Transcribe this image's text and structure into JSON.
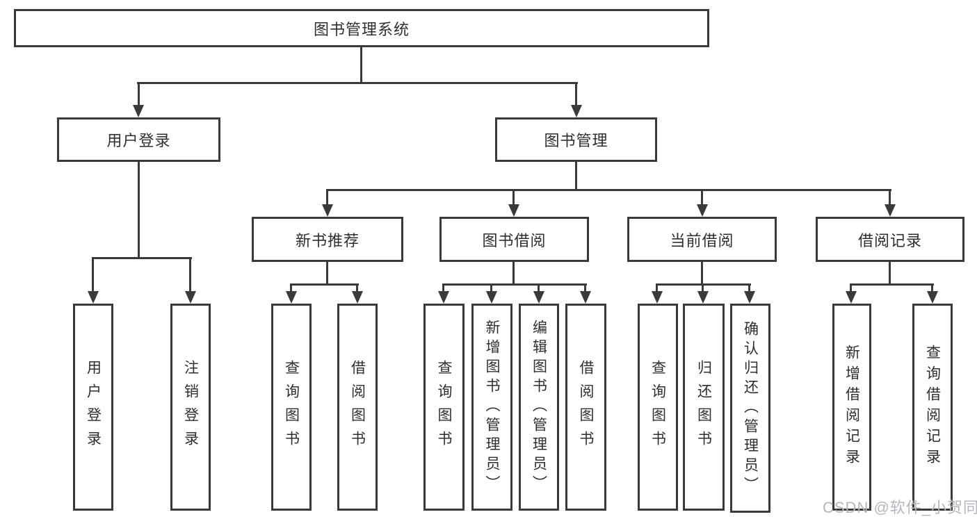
{
  "diagram": {
    "title": "图书管理系统",
    "colors": {
      "line": "#3a3a3a",
      "text": "#2e2e2e",
      "background": "#ffffff",
      "watermark": "#b3b7bd"
    },
    "nodes": {
      "root": {
        "label": "图书管理系统"
      },
      "user_login": {
        "label": "用户登录"
      },
      "book_mgmt": {
        "label": "图书管理"
      },
      "user_login_action": {
        "label": "用户登录"
      },
      "logout_action": {
        "label": "注销登录"
      },
      "new_book_rec": {
        "label": "新书推荐"
      },
      "book_borrow": {
        "label": "图书借阅"
      },
      "current_borrow": {
        "label": "当前借阅"
      },
      "borrow_records": {
        "label": "借阅记录"
      },
      "nbr_query_books": {
        "label": "查询图书"
      },
      "nbr_borrow_books": {
        "label": "借阅图书"
      },
      "bb_query_books": {
        "label": "查询图书"
      },
      "bb_add_books": {
        "label": "新增图书（管理员）"
      },
      "bb_edit_books": {
        "label": "编辑图书（管理员）"
      },
      "bb_borrow_books": {
        "label": "借阅图书"
      },
      "cb_query_books": {
        "label": "查询图书"
      },
      "cb_return_books": {
        "label": "归还图书"
      },
      "cb_confirm_return": {
        "label": "确认归还（管理员）"
      },
      "br_add_record": {
        "label": "新增借阅记录"
      },
      "br_query_record": {
        "label": "查询借阅记录"
      }
    },
    "hierarchy": {
      "root": [
        "user_login",
        "book_mgmt"
      ],
      "user_login": [
        "user_login_action",
        "logout_action"
      ],
      "book_mgmt": [
        "new_book_rec",
        "book_borrow",
        "current_borrow",
        "borrow_records"
      ],
      "new_book_rec": [
        "nbr_query_books",
        "nbr_borrow_books"
      ],
      "book_borrow": [
        "bb_query_books",
        "bb_add_books",
        "bb_edit_books",
        "bb_borrow_books"
      ],
      "current_borrow": [
        "cb_query_books",
        "cb_return_books",
        "cb_confirm_return"
      ],
      "borrow_records": [
        "br_add_record",
        "br_query_record"
      ]
    },
    "watermark": "CSDN @软件_小贺同学"
  }
}
